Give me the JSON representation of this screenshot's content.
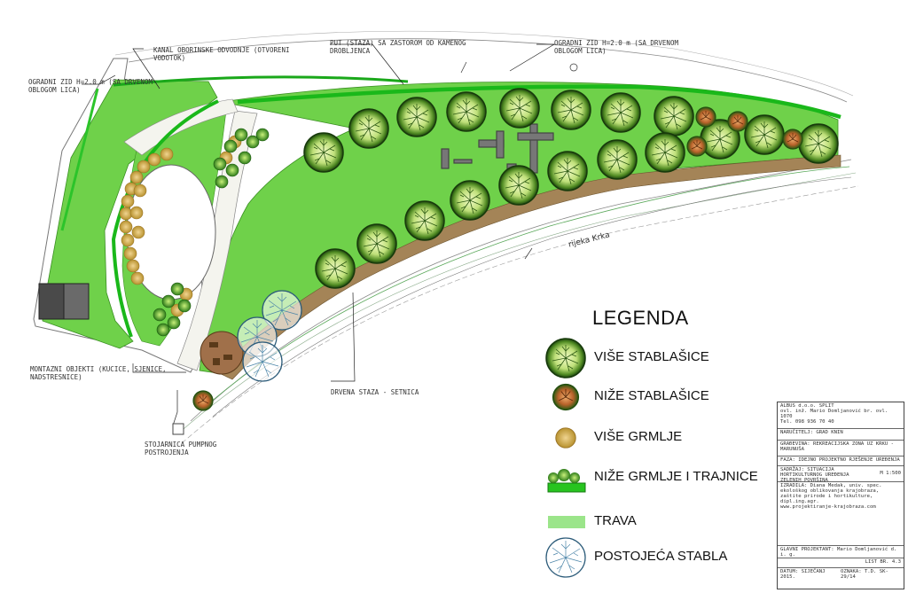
{
  "callouts": {
    "kanal": "KANAL OBORINSKE ODVODNJE (OTVORENI\nVODOTOK)",
    "put": "PUT (STAZA) SA ZASTOROM OD KAMENOG\nDROBLJENCA",
    "ogradni_right": "OGRADNI ZID H=2.0 m (SA DRVENOM\nOBLOGOM LICA)",
    "ogradni_left": "OGRADNI ZID H=2.0 m (SA DRVENOM\nOBLOGOM LICA)",
    "montazni": "MONTAZNI OBJEKTI (KUCICE, SJENICE,\nNADSTRESNICE)",
    "drvena": "DRVENA STAZA - SETNICA",
    "stojarnica": "STOJARNICA PUMPNOG\nPOSTROJENJA",
    "rijeka": "rijeka Krka"
  },
  "legend": {
    "title": "LEGENDA",
    "items": [
      {
        "label": "VIŠE STABLAŠICE",
        "icon": "large-tree-icon"
      },
      {
        "label": "NIŽE STABLAŠICE",
        "icon": "small-tree-icon"
      },
      {
        "label": "VIŠE GRMLJE",
        "icon": "tall-shrub-icon"
      },
      {
        "label": "NIŽE GRMLJE I TRAJNICE",
        "icon": "low-shrub-icon"
      },
      {
        "label": "TRAVA",
        "icon": "grass-swatch-icon"
      },
      {
        "label": "POSTOJEĆA STABLA",
        "icon": "existing-tree-icon"
      }
    ]
  },
  "titleblock": {
    "firm": "ALBUS d.o.o. SPLIT",
    "firm_line2": "ovl. inž. Mario Domljanović  br. ovl. 1070",
    "firm_line3": "Tel. 098 936 70 40",
    "narucitelj": "NARUČITELJ:   GRAD KNIN",
    "gradevina": "GRAĐEVINA:   REKREACIJSKA ZONA UZ KRKU - MARUNUŠA",
    "faza": "FAZA:  IDEJNO PROJEKTNO RJEŠENJE UREĐENJA",
    "sadrzaj": "SADRŽAJ: SITUACIJA HORTIKULTURNOG UREĐENJA ZELENIH POVRŠINA",
    "mjerilo": "M 1:500",
    "izradila": "IZRADILA:  Diana Medak, univ. spec. ekološkog oblikovanja krajobraza, zaštite prirode i hortikulture, dipl.ing.agr.",
    "web": "www.projektiranje-krajobraza.com",
    "glavni": "GLAVNI PROJEKTANT: Mario Domljanović d. i. g.",
    "list": "LIST BR.     4.3",
    "datum": "DATUM: SIJEČANJ 2015.",
    "oznaka": "OZNAKA: T.D. SK-29/14"
  },
  "colors": {
    "grass": "#6fd14a",
    "grass_light": "#9be58a",
    "wall_green": "#27c41f",
    "path_brown": "#a48457",
    "tree_dark": "#1c4010",
    "tree_light": "#e6f5b4",
    "small_tree": "#8b4a1f",
    "shrub": "#d6b25c"
  }
}
